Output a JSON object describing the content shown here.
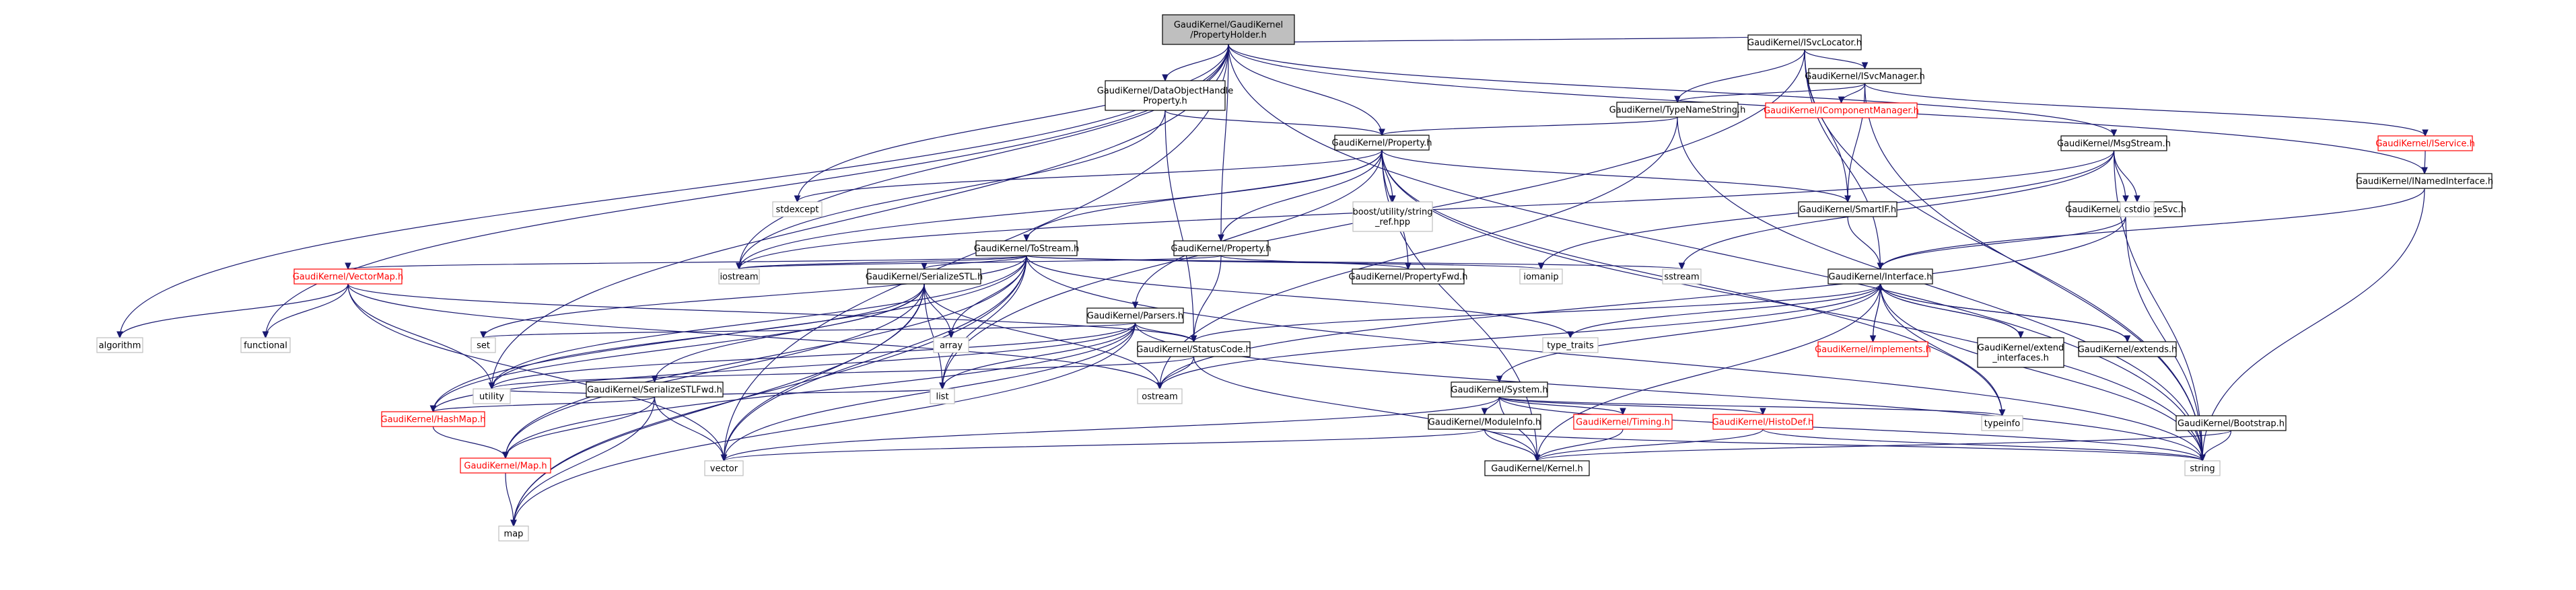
{
  "title": "GaudiKernel/GaudiKernel/PropertyHolder.h",
  "colors": {
    "edge": "#191970",
    "root_fill": "#bfbfbf",
    "normal_border": "#000000",
    "truncated_border": "#ff0000",
    "system_border": "#bfbfbf"
  },
  "nodes": [
    {
      "id": "root",
      "lines": [
        "GaudiKernel/GaudiKernel",
        "/PropertyHolder.h"
      ],
      "kind": "root"
    },
    {
      "id": "isvclocator",
      "lines": [
        "GaudiKernel/ISvcLocator.h"
      ],
      "kind": "normal"
    },
    {
      "id": "isvcmanager",
      "lines": [
        "GaudiKernel/ISvcManager.h"
      ],
      "kind": "normal"
    },
    {
      "id": "icomponentmanager",
      "lines": [
        "GaudiKernel/IComponentManager.h"
      ],
      "kind": "truncated"
    },
    {
      "id": "typenamestring",
      "lines": [
        "GaudiKernel/TypeNameString.h"
      ],
      "kind": "normal"
    },
    {
      "id": "dataobjecthandleproperty",
      "lines": [
        "GaudiKernel/DataObjectHandle",
        "Property.h"
      ],
      "kind": "normal"
    },
    {
      "id": "property",
      "lines": [
        "GaudiKernel/Property.h"
      ],
      "kind": "normal"
    },
    {
      "id": "iservice",
      "lines": [
        "GaudiKernel/IService.h"
      ],
      "kind": "truncated"
    },
    {
      "id": "msgstream",
      "lines": [
        "GaudiKernel/MsgStream.h"
      ],
      "kind": "normal"
    },
    {
      "id": "inamedinterface",
      "lines": [
        "GaudiKernel/INamedInterface.h"
      ],
      "kind": "normal"
    },
    {
      "id": "stdexcept",
      "lines": [
        "stdexcept"
      ],
      "kind": "system"
    },
    {
      "id": "boostref",
      "lines": [
        "boost/utility/string",
        "_ref.hpp"
      ],
      "kind": "system"
    },
    {
      "id": "smartif",
      "lines": [
        "GaudiKernel/SmartIF.h"
      ],
      "kind": "normal"
    },
    {
      "id": "imessagesvc",
      "lines": [
        "GaudiKernel/IMessageSvc.h"
      ],
      "kind": "normal"
    },
    {
      "id": "cstdio",
      "lines": [
        "cstdio"
      ],
      "kind": "system"
    },
    {
      "id": "tostream",
      "lines": [
        "GaudiKernel/ToStream.h"
      ],
      "kind": "normal"
    },
    {
      "id": "gkproperty2",
      "lines": [
        "GaudiKernel/Property.h"
      ],
      "kind": "normal"
    },
    {
      "id": "vectormap",
      "lines": [
        "GaudiKernel/VectorMap.h"
      ],
      "kind": "truncated"
    },
    {
      "id": "serializestl",
      "lines": [
        "GaudiKernel/SerializeSTL.h"
      ],
      "kind": "normal"
    },
    {
      "id": "propertyfwd",
      "lines": [
        "GaudiKernel/PropertyFwd.h"
      ],
      "kind": "normal"
    },
    {
      "id": "iomanip",
      "lines": [
        "iomanip"
      ],
      "kind": "system"
    },
    {
      "id": "sstream",
      "lines": [
        "sstream"
      ],
      "kind": "system"
    },
    {
      "id": "iostream",
      "lines": [
        "iostream"
      ],
      "kind": "system"
    },
    {
      "id": "interface",
      "lines": [
        "GaudiKernel/Interface.h"
      ],
      "kind": "normal"
    },
    {
      "id": "parsers",
      "lines": [
        "GaudiKernel/Parsers.h"
      ],
      "kind": "normal"
    },
    {
      "id": "algorithm",
      "lines": [
        "algorithm"
      ],
      "kind": "system"
    },
    {
      "id": "functional",
      "lines": [
        "functional"
      ],
      "kind": "system"
    },
    {
      "id": "set",
      "lines": [
        "set"
      ],
      "kind": "system"
    },
    {
      "id": "array",
      "lines": [
        "array"
      ],
      "kind": "system"
    },
    {
      "id": "typetraits",
      "lines": [
        "type_traits"
      ],
      "kind": "system"
    },
    {
      "id": "statuscode",
      "lines": [
        "GaudiKernel/StatusCode.h"
      ],
      "kind": "normal"
    },
    {
      "id": "implements",
      "lines": [
        "GaudiKernel/implements.h"
      ],
      "kind": "truncated"
    },
    {
      "id": "extendinterfaces",
      "lines": [
        "GaudiKernel/extend",
        "_interfaces.h"
      ],
      "kind": "normal"
    },
    {
      "id": "extends",
      "lines": [
        "GaudiKernel/extends.h"
      ],
      "kind": "normal"
    },
    {
      "id": "serializestlfwd",
      "lines": [
        "GaudiKernel/SerializeSTLFwd.h"
      ],
      "kind": "normal"
    },
    {
      "id": "system",
      "lines": [
        "GaudiKernel/System.h"
      ],
      "kind": "normal"
    },
    {
      "id": "utility",
      "lines": [
        "utility"
      ],
      "kind": "system"
    },
    {
      "id": "list",
      "lines": [
        "list"
      ],
      "kind": "system"
    },
    {
      "id": "ostream",
      "lines": [
        "ostream"
      ],
      "kind": "system"
    },
    {
      "id": "hashmap",
      "lines": [
        "GaudiKernel/HashMap.h"
      ],
      "kind": "truncated"
    },
    {
      "id": "moduleinfo",
      "lines": [
        "GaudiKernel/ModuleInfo.h"
      ],
      "kind": "normal"
    },
    {
      "id": "timing",
      "lines": [
        "GaudiKernel/Timing.h"
      ],
      "kind": "truncated"
    },
    {
      "id": "histodef",
      "lines": [
        "GaudiKernel/HistoDef.h"
      ],
      "kind": "truncated"
    },
    {
      "id": "typeinfo",
      "lines": [
        "typeinfo"
      ],
      "kind": "system"
    },
    {
      "id": "bootstrap",
      "lines": [
        "GaudiKernel/Bootstrap.h"
      ],
      "kind": "normal"
    },
    {
      "id": "map_h",
      "lines": [
        "GaudiKernel/Map.h"
      ],
      "kind": "truncated"
    },
    {
      "id": "vector",
      "lines": [
        "vector"
      ],
      "kind": "system"
    },
    {
      "id": "kernel",
      "lines": [
        "GaudiKernel/Kernel.h"
      ],
      "kind": "normal"
    },
    {
      "id": "string",
      "lines": [
        "string"
      ],
      "kind": "system"
    },
    {
      "id": "map",
      "lines": [
        "map"
      ],
      "kind": "system"
    }
  ],
  "edges": [
    [
      "root",
      "isvclocator"
    ],
    [
      "root",
      "dataobjecthandleproperty"
    ],
    [
      "root",
      "property"
    ],
    [
      "root",
      "gkproperty2"
    ],
    [
      "root",
      "msgstream"
    ],
    [
      "root",
      "inamedinterface"
    ],
    [
      "root",
      "stdexcept"
    ],
    [
      "root",
      "iostream"
    ],
    [
      "root",
      "algorithm"
    ],
    [
      "root",
      "functional"
    ],
    [
      "root",
      "utility"
    ],
    [
      "root",
      "vector"
    ],
    [
      "root",
      "string"
    ],
    [
      "isvclocator",
      "isvcmanager"
    ],
    [
      "isvclocator",
      "typenamestring"
    ],
    [
      "isvclocator",
      "interface"
    ],
    [
      "isvclocator",
      "smartif"
    ],
    [
      "isvclocator",
      "list"
    ],
    [
      "isvclocator",
      "string"
    ],
    [
      "isvcmanager",
      "icomponentmanager"
    ],
    [
      "isvcmanager",
      "typenamestring"
    ],
    [
      "isvcmanager",
      "iservice"
    ],
    [
      "isvcmanager",
      "smartif"
    ],
    [
      "isvcmanager",
      "string"
    ],
    [
      "iservice",
      "inamedinterface"
    ],
    [
      "inamedinterface",
      "interface"
    ],
    [
      "inamedinterface",
      "string"
    ],
    [
      "typenamestring",
      "property"
    ],
    [
      "typenamestring",
      "string"
    ],
    [
      "typenamestring",
      "ostream"
    ],
    [
      "dataobjecthandleproperty",
      "property"
    ],
    [
      "dataobjecthandleproperty",
      "statuscode"
    ],
    [
      "dataobjecthandleproperty",
      "iostream"
    ],
    [
      "property",
      "stdexcept"
    ],
    [
      "property",
      "boostref"
    ],
    [
      "property",
      "smartif"
    ],
    [
      "property",
      "tostream"
    ],
    [
      "property",
      "gkproperty2"
    ],
    [
      "property",
      "propertyfwd"
    ],
    [
      "property",
      "parsers"
    ],
    [
      "property",
      "iostream"
    ],
    [
      "property",
      "typeinfo"
    ],
    [
      "property",
      "string"
    ],
    [
      "property",
      "kernel"
    ],
    [
      "smartif",
      "interface"
    ],
    [
      "msgstream",
      "imessagesvc"
    ],
    [
      "msgstream",
      "cstdio"
    ],
    [
      "msgstream",
      "iomanip"
    ],
    [
      "msgstream",
      "sstream"
    ],
    [
      "msgstream",
      "string"
    ],
    [
      "msgstream",
      "iostream"
    ],
    [
      "imessagesvc",
      "interface"
    ],
    [
      "imessagesvc",
      "ostream"
    ],
    [
      "imessagesvc",
      "string"
    ],
    [
      "tostream",
      "iostream"
    ],
    [
      "tostream",
      "iomanip"
    ],
    [
      "tostream",
      "sstream"
    ],
    [
      "tostream",
      "vectormap"
    ],
    [
      "tostream",
      "map"
    ],
    [
      "tostream",
      "set"
    ],
    [
      "tostream",
      "list"
    ],
    [
      "tostream",
      "array"
    ],
    [
      "tostream",
      "typetraits"
    ],
    [
      "tostream",
      "string"
    ],
    [
      "tostream",
      "vector"
    ],
    [
      "tostream",
      "utility"
    ],
    [
      "tostream",
      "hashmap"
    ],
    [
      "tostream",
      "map_h"
    ],
    [
      "tostream",
      "serializestl"
    ],
    [
      "gkproperty2",
      "propertyfwd"
    ],
    [
      "gkproperty2",
      "iostream"
    ],
    [
      "gkproperty2",
      "statuscode"
    ],
    [
      "vectormap",
      "algorithm"
    ],
    [
      "vectormap",
      "functional"
    ],
    [
      "vectormap",
      "utility"
    ],
    [
      "vectormap",
      "vector"
    ],
    [
      "vectormap",
      "ostream"
    ],
    [
      "vectormap",
      "statuscode"
    ],
    [
      "serializestl",
      "serializestlfwd"
    ],
    [
      "serializestl",
      "array"
    ],
    [
      "serializestl",
      "list"
    ],
    [
      "serializestl",
      "map"
    ],
    [
      "serializestl",
      "ostream"
    ],
    [
      "serializestl",
      "vector"
    ],
    [
      "serializestl",
      "utility"
    ],
    [
      "serializestl",
      "hashmap"
    ],
    [
      "serializestl",
      "map_h"
    ],
    [
      "serializestlfwd",
      "hashmap"
    ],
    [
      "serializestlfwd",
      "list"
    ],
    [
      "serializestlfwd",
      "map"
    ],
    [
      "serializestlfwd",
      "utility"
    ],
    [
      "serializestlfwd",
      "vector"
    ],
    [
      "serializestlfwd",
      "map_h"
    ],
    [
      "parsers",
      "statuscode"
    ],
    [
      "parsers",
      "list"
    ],
    [
      "parsers",
      "map"
    ],
    [
      "parsers",
      "set"
    ],
    [
      "parsers",
      "string"
    ],
    [
      "parsers",
      "vector"
    ],
    [
      "parsers",
      "map_h"
    ],
    [
      "parsers",
      "hashmap"
    ],
    [
      "parsers",
      "utility"
    ],
    [
      "interface",
      "statuscode"
    ],
    [
      "interface",
      "system"
    ],
    [
      "interface",
      "implements"
    ],
    [
      "interface",
      "extendinterfaces"
    ],
    [
      "interface",
      "extends"
    ],
    [
      "interface",
      "typetraits"
    ],
    [
      "interface",
      "typeinfo"
    ],
    [
      "interface",
      "ostream"
    ],
    [
      "interface",
      "kernel"
    ],
    [
      "interface",
      "string"
    ],
    [
      "implements",
      "interface"
    ],
    [
      "extendinterfaces",
      "interface"
    ],
    [
      "extends",
      "interface"
    ],
    [
      "statuscode",
      "ostream"
    ],
    [
      "statuscode",
      "utility"
    ],
    [
      "statuscode",
      "kernel"
    ],
    [
      "system",
      "moduleinfo"
    ],
    [
      "system",
      "timing"
    ],
    [
      "system",
      "histodef"
    ],
    [
      "system",
      "kernel"
    ],
    [
      "system",
      "string"
    ],
    [
      "system",
      "vector"
    ],
    [
      "system",
      "typeinfo"
    ],
    [
      "moduleinfo",
      "kernel"
    ],
    [
      "moduleinfo",
      "string"
    ],
    [
      "moduleinfo",
      "vector"
    ],
    [
      "timing",
      "kernel"
    ],
    [
      "histodef",
      "kernel"
    ],
    [
      "histodef",
      "string"
    ],
    [
      "hashmap",
      "map_h"
    ],
    [
      "map_h",
      "map"
    ],
    [
      "bootstrap",
      "kernel"
    ],
    [
      "bootstrap",
      "string"
    ]
  ]
}
